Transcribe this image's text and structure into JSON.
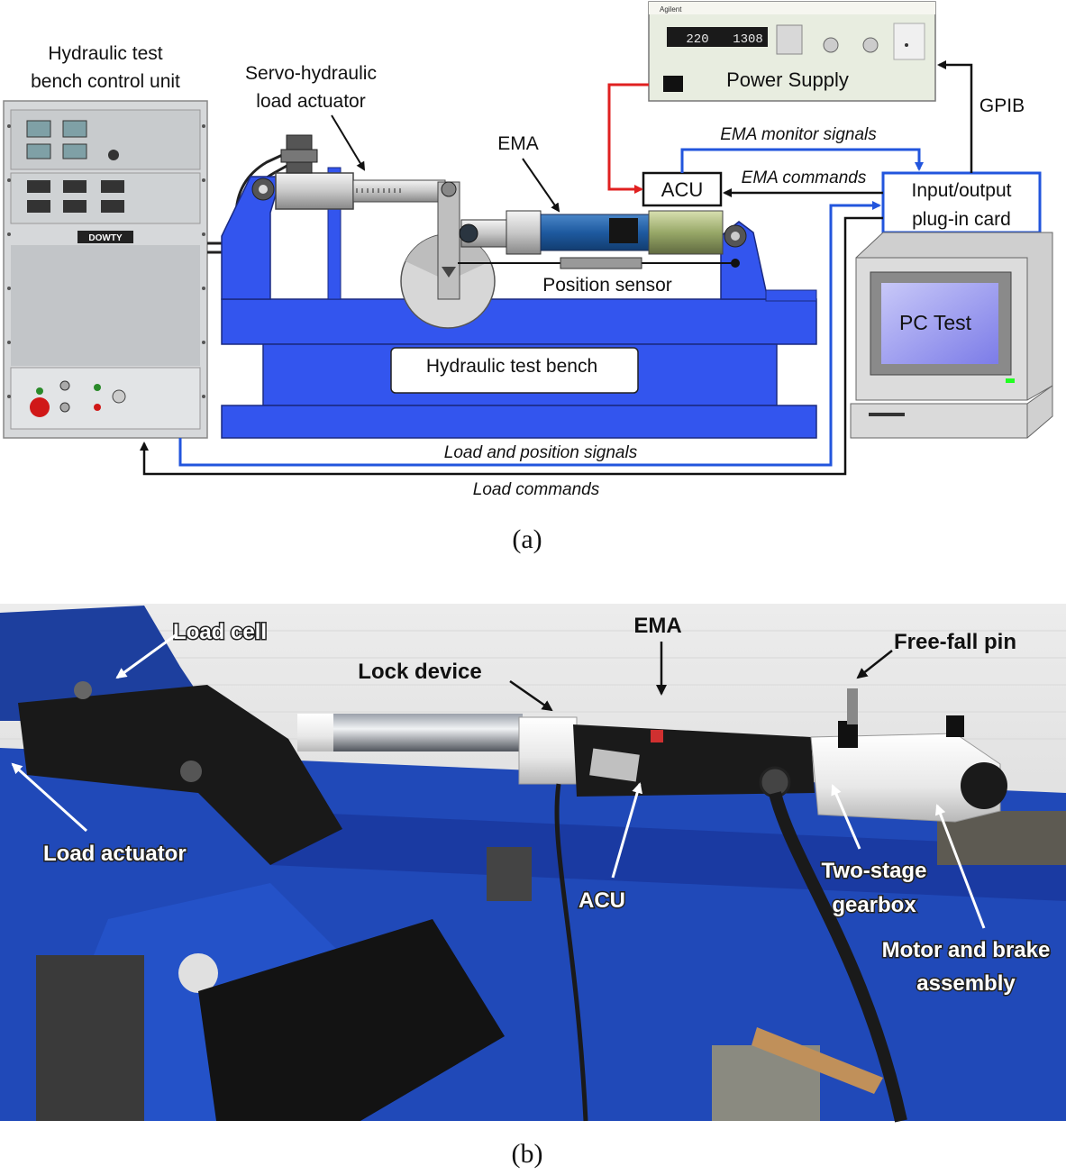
{
  "panel_a": {
    "caption": "(a)",
    "labels": {
      "control_unit_l1": "Hydraulic test",
      "control_unit_l2": "bench control unit",
      "servo_l1": "Servo-hydraulic",
      "servo_l2": "load actuator",
      "ema": "EMA",
      "position_sensor": "Position sensor",
      "test_bench": "Hydraulic test bench",
      "power_supply": "Power Supply",
      "gpib": "GPIB",
      "acu": "ACU",
      "ema_monitor": "EMA monitor signals",
      "ema_commands": "EMA commands",
      "io_card_l1": "Input/output",
      "io_card_l2": "plug-in card",
      "pc_test": "PC Test",
      "load_position_signals": "Load and position signals",
      "load_commands": "Load commands",
      "dowty_logo": "DOWTY",
      "ps_display_1": "220",
      "ps_display_2": "1308",
      "ps_brand": "Agilent"
    },
    "colors": {
      "bench_blue": "#3355ee",
      "signal_blue": "#2255dd",
      "power_red": "#e02020",
      "black": "#111111"
    }
  },
  "panel_b": {
    "caption": "(b)",
    "labels": {
      "load_cell": "Load cell",
      "ema": "EMA",
      "lock_device": "Lock device",
      "free_fall_pin": "Free-fall pin",
      "load_actuator": "Load actuator",
      "acu": "ACU",
      "gearbox_l1": "Two-stage",
      "gearbox_l2": "gearbox",
      "motor_l1": "Motor and brake",
      "motor_l2": "assembly"
    }
  }
}
